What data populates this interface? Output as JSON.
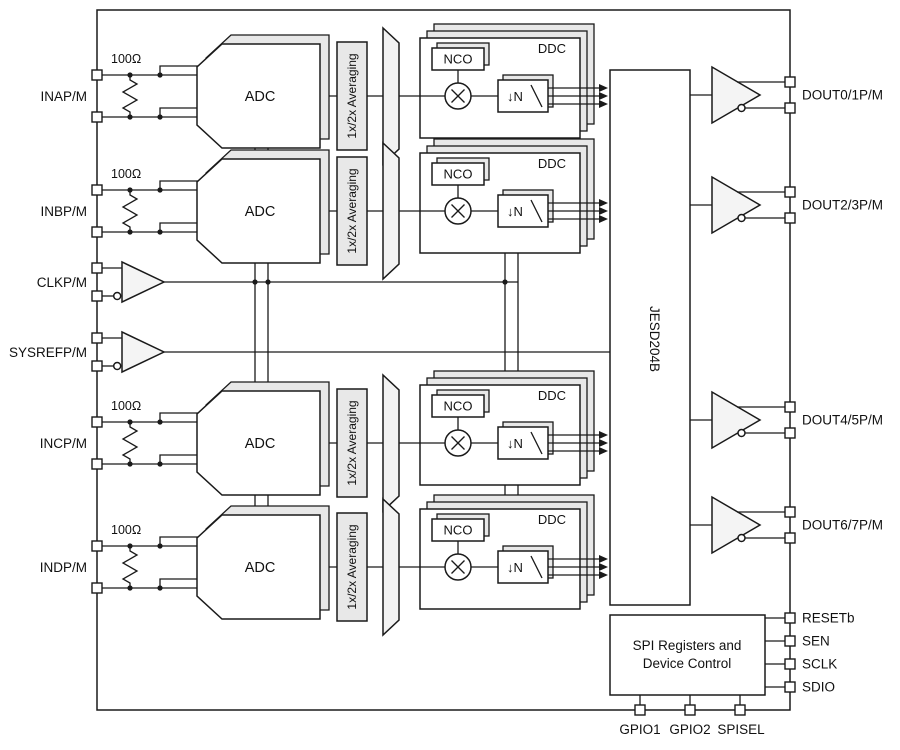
{
  "colors": {
    "stroke": "#1a1a1a",
    "block_fill": "#ffffff",
    "shadow_fill": "#e8e8e8"
  },
  "labels": {
    "resistor": "100Ω",
    "adc": "ADC",
    "averaging": "1x/2x Averaging",
    "ddc": "DDC",
    "nco": "NCO",
    "decimation": "↓N",
    "jesd": "JESD204B",
    "spi_line1": "SPI Registers and",
    "spi_line2": "Device Control"
  },
  "left_pins": [
    {
      "label": "INAP/M"
    },
    {
      "label": "INBP/M"
    },
    {
      "label": "CLKP/M"
    },
    {
      "label": "SYSREFP/M"
    },
    {
      "label": "INCP/M"
    },
    {
      "label": "INDP/M"
    }
  ],
  "right_pins": [
    {
      "label": "DOUT0/1P/M"
    },
    {
      "label": "DOUT2/3P/M"
    },
    {
      "label": "DOUT4/5P/M"
    },
    {
      "label": "DOUT6/7P/M"
    },
    {
      "label": "RESETb"
    },
    {
      "label": "SEN"
    },
    {
      "label": "SCLK"
    },
    {
      "label": "SDIO"
    }
  ],
  "bottom_pins": [
    {
      "label": "GPIO1"
    },
    {
      "label": "GPIO2"
    },
    {
      "label": "SPISEL"
    }
  ]
}
